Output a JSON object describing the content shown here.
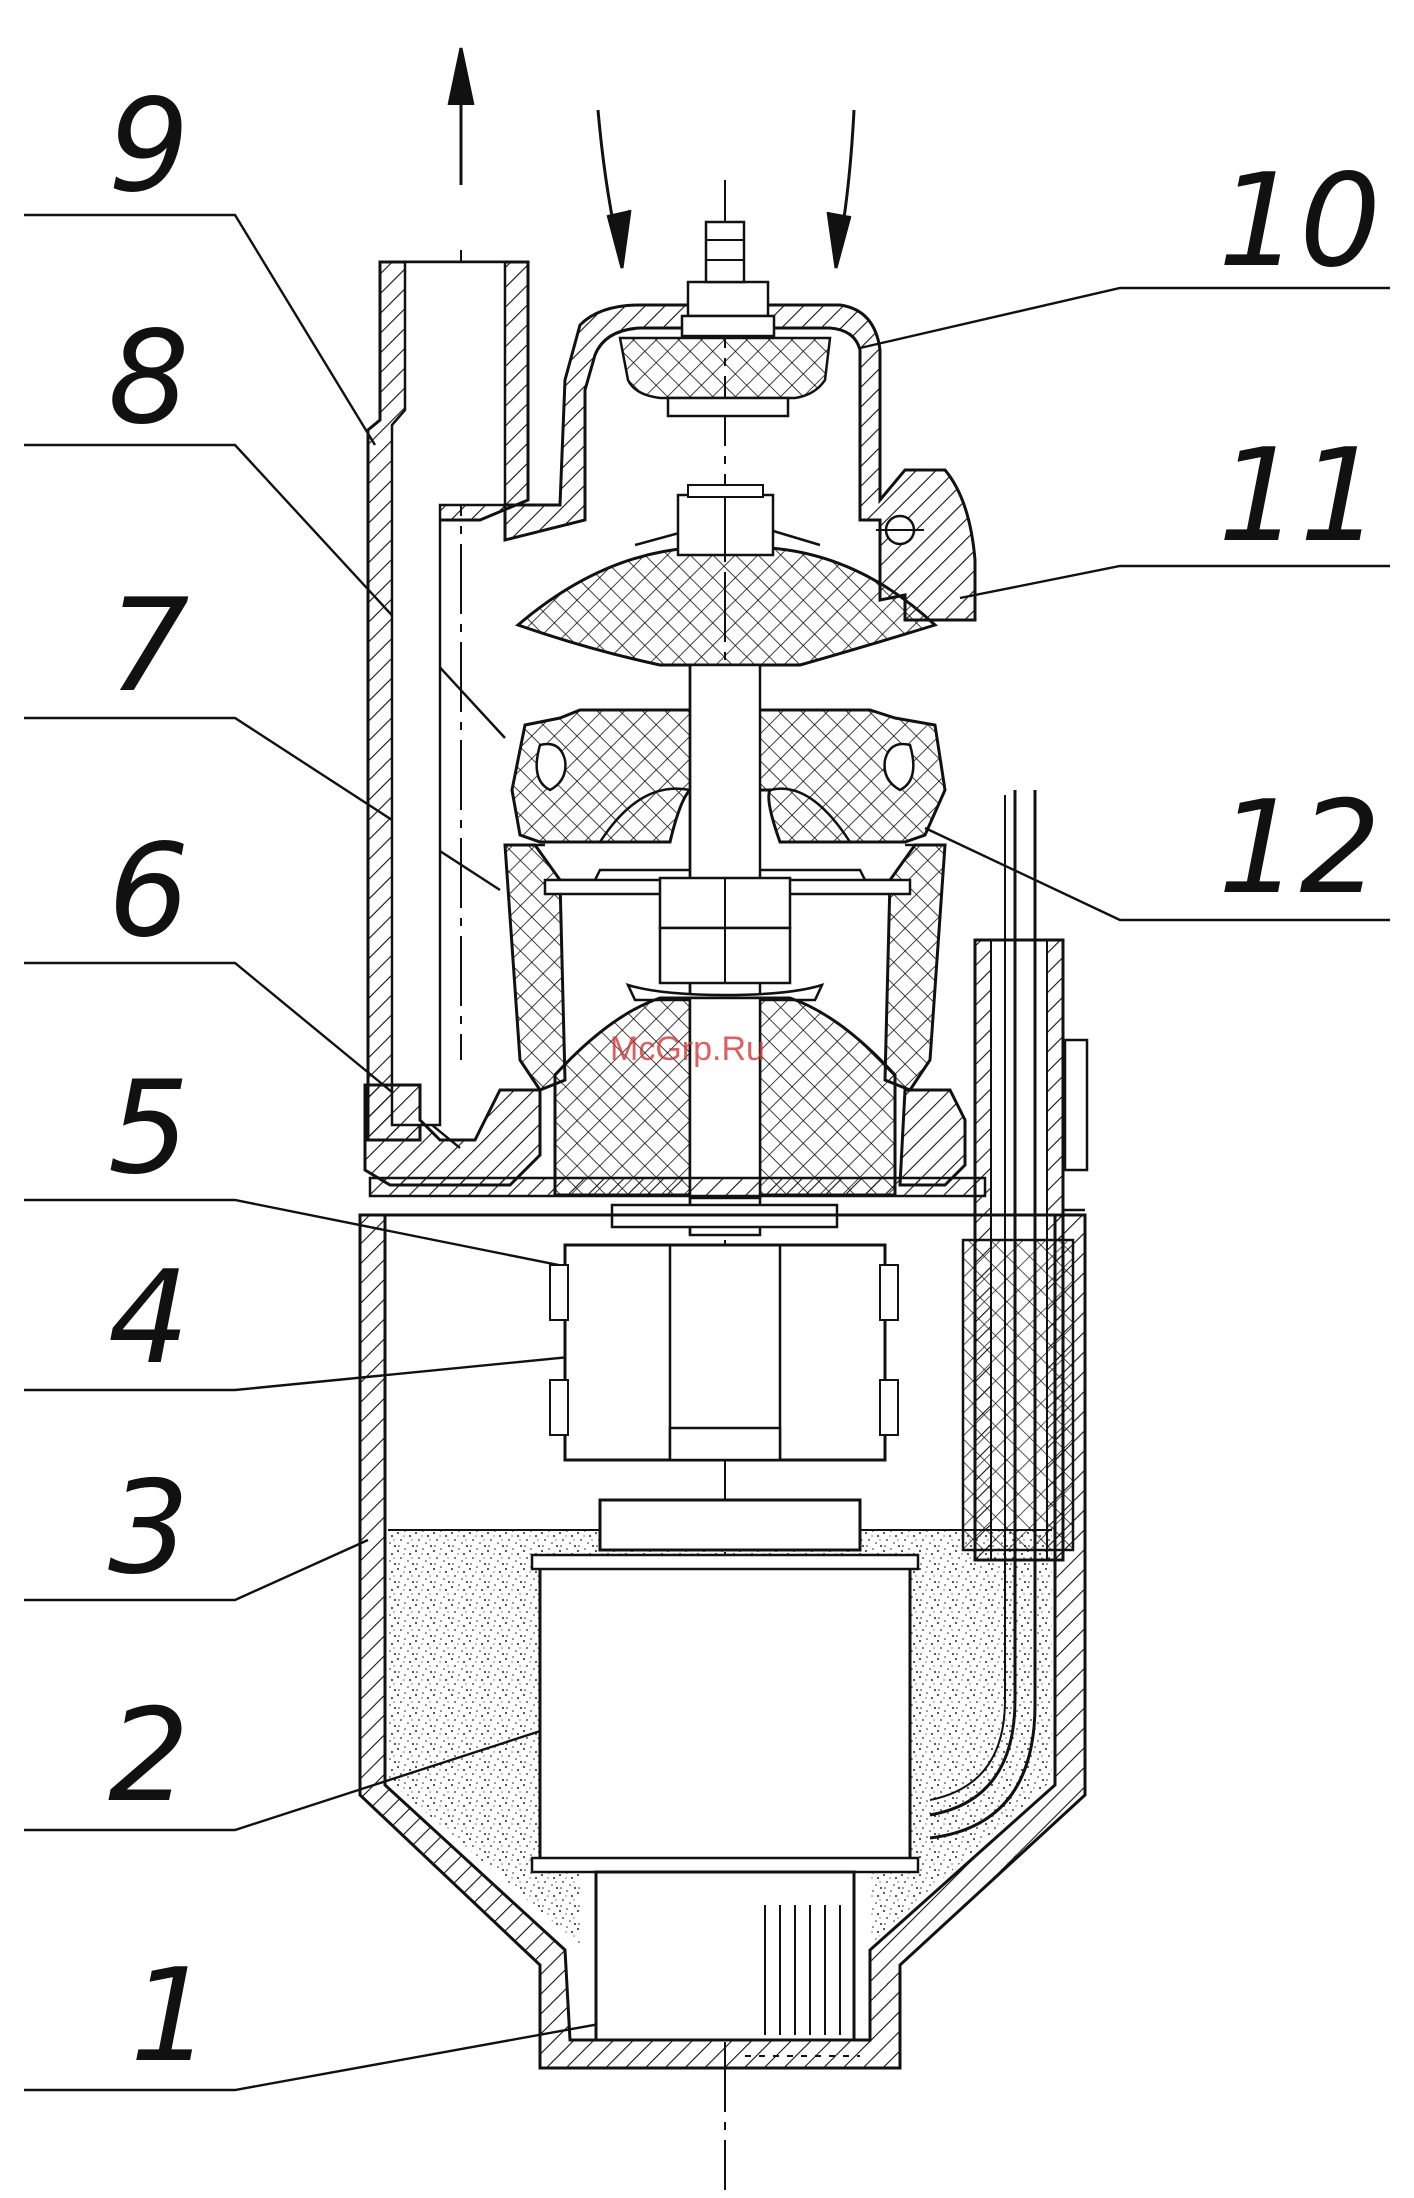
{
  "callouts": [
    {
      "id": "9",
      "label": "9"
    },
    {
      "id": "8",
      "label": "8"
    },
    {
      "id": "7",
      "label": "7"
    },
    {
      "id": "6",
      "label": "6"
    },
    {
      "id": "5",
      "label": "5"
    },
    {
      "id": "4",
      "label": "4"
    },
    {
      "id": "3",
      "label": "3"
    },
    {
      "id": "2",
      "label": "2"
    },
    {
      "id": "1",
      "label": "1"
    },
    {
      "id": "10",
      "label": "10"
    },
    {
      "id": "11",
      "label": "11"
    },
    {
      "id": "12",
      "label": "12"
    }
  ],
  "watermark": "McGrp.Ru",
  "colors": {
    "ink": "#111111",
    "sand": "#9a9a9a",
    "watermark": "#d23a3a"
  }
}
